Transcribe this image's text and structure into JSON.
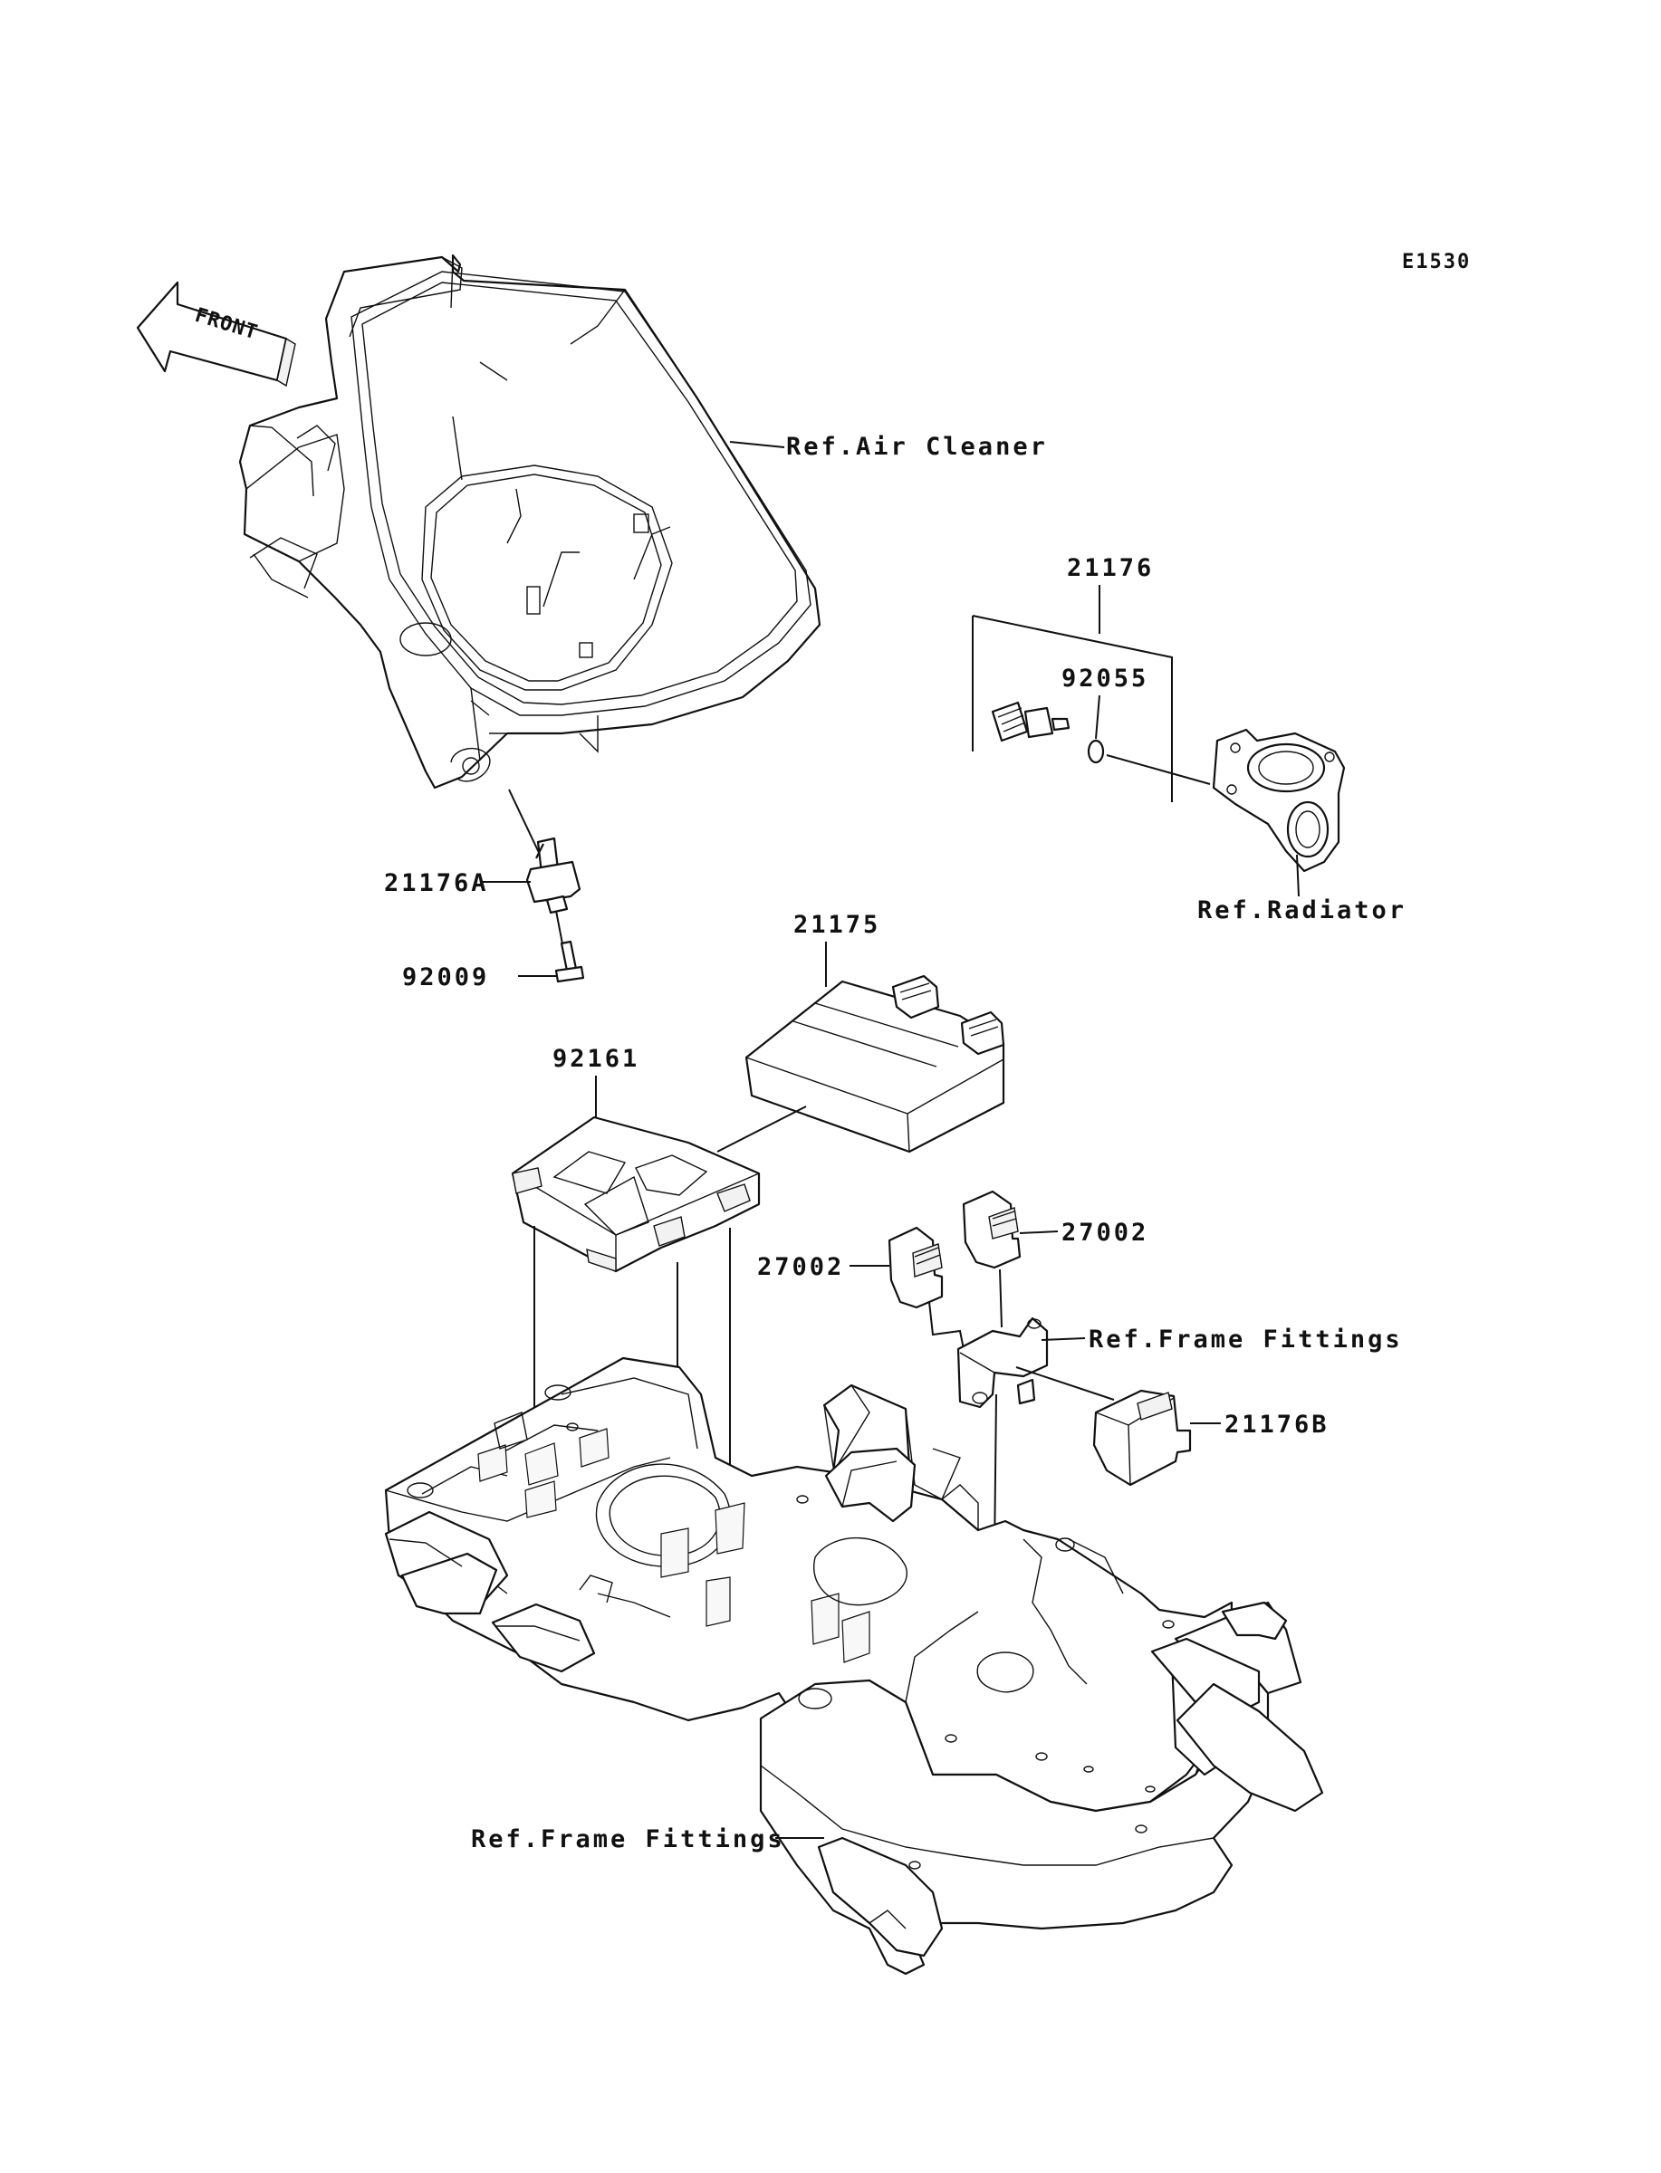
{
  "diagram": {
    "code": "E1530",
    "direction": "FRONT",
    "labels": {
      "ref_air_cleaner": "Ref.Air Cleaner",
      "p21176": "21176",
      "p92055": "92055",
      "ref_radiator": "Ref.Radiator",
      "p21176A": "21176A",
      "p92009": "92009",
      "p21175": "21175",
      "p92161": "92161",
      "p27002_right": "27002",
      "p27002_left": "27002",
      "ref_frame_fittings_upper": "Ref.Frame Fittings",
      "p21176B": "21176B",
      "ref_frame_fittings_lower": "Ref.Frame Fittings"
    }
  }
}
